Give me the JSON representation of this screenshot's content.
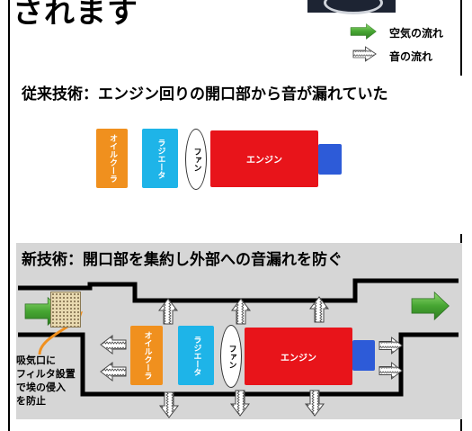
{
  "header": {
    "top_text": "されます"
  },
  "legend": {
    "airflow_label": "空気の流れ",
    "sound_label": "音の流れ"
  },
  "panel1": {
    "title": "従来技術：エンジン回りの開口部から音が漏れていた",
    "oil_cooler": "オイルクーラ",
    "radiator": "ラジエータ",
    "fan": "ファン",
    "engine": "エンジン"
  },
  "panel2": {
    "title": "新技術：開口部を集約し外部への音漏れを防ぐ",
    "oil_cooler": "オイルクーラ",
    "radiator": "ラジエータ",
    "fan": "ファン",
    "engine": "エンジン",
    "intake_note": [
      "吸気口に",
      "フィルタ設置",
      "で埃の侵入",
      "を防止"
    ]
  },
  "colors": {
    "airflow": "#4caf3a",
    "oil_cooler": "#f0901e",
    "radiator": "#1eb4e8",
    "engine": "#e8141a",
    "engine_block": "#2d5bd8",
    "panel2_bg": "#d6d6d6"
  }
}
